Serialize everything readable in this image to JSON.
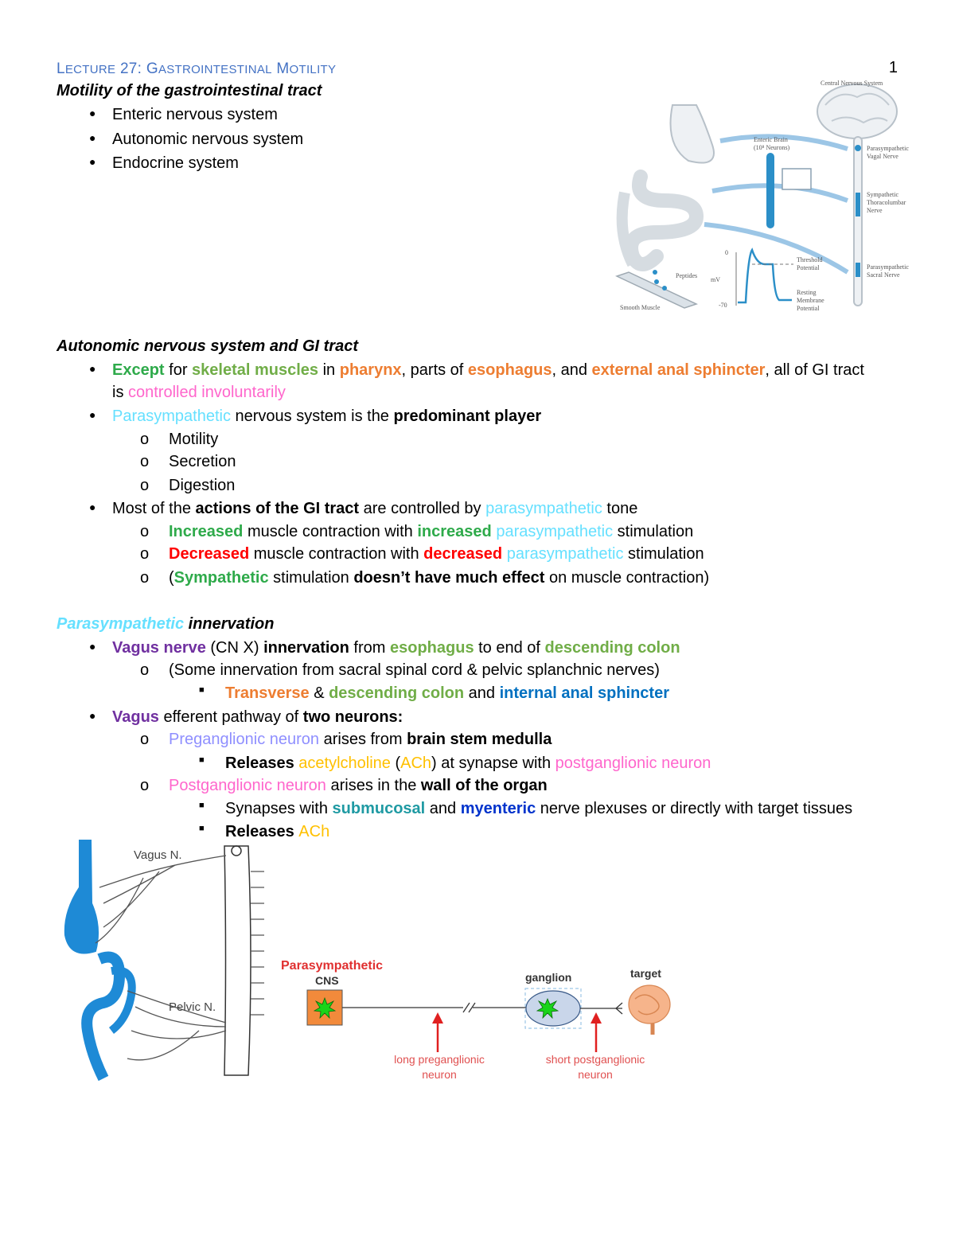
{
  "page_number": "1",
  "title": {
    "L": "L",
    "ecture": "ECTURE",
    "n": " 27: ",
    "G": "G",
    "astro": "ASTROINTESTINAL",
    "M": "M",
    "otility": "OTILITY"
  },
  "s1": {
    "heading": "Motility of the gastrointestinal tract",
    "items": [
      "Enteric nervous system",
      "Autonomic nervous system",
      "Endocrine system"
    ]
  },
  "fig1": {
    "cns": "Central Nervous System",
    "enteric_1": "Enteric Brain",
    "enteric_2": "(10⁸ Neurons)",
    "vagal_1": "Parasympathetic",
    "vagal_2": "Vagal Nerve",
    "symp_1": "Sympathetic",
    "symp_2": "Thoracolumbar",
    "symp_3": "Nerve",
    "sacral_1": "Parasympathetic",
    "sacral_2": "Sacral Nerve",
    "threshold_1": "Threshold",
    "threshold_2": "Potential",
    "resting_1": "Resting",
    "resting_2": "Membrane",
    "resting_3": "Potential",
    "peptides": "Peptides",
    "smooth": "Smooth Muscle",
    "mv": "mV",
    "zero": "0",
    "neg70": "-70"
  },
  "s2": {
    "heading": "Autonomic nervous system and GI tract",
    "b1": {
      "except": "Except",
      "for": " for ",
      "skeletal": "skeletal muscles",
      "in": " in ",
      "pharynx": "pharynx",
      "parts": ", parts of ",
      "esophagus": "esophagus",
      "and": ", and ",
      "external": "external anal sphincter",
      "rest": ", all of GI tract"
    },
    "b1_cont": {
      "is": "is ",
      "controlled": "controlled involuntarily"
    },
    "b2": {
      "para": "Parasympathetic",
      "mid": " nervous system is the ",
      "pred": "predominant player"
    },
    "subs": [
      "Motility",
      "Secretion",
      "Digestion"
    ],
    "b3": {
      "most": "Most of the ",
      "actions": "actions of the GI tract",
      "are": " are controlled by ",
      "para": "parasympathetic",
      "tone": " tone"
    },
    "s3a": {
      "inc": "Increased",
      "mid": " muscle contraction with ",
      "inc2": "increased",
      "para": "parasympathetic",
      "end": " stimulation"
    },
    "s3b": {
      "dec": "Decreased",
      "mid": " muscle contraction with ",
      "dec2": "decreased",
      "para": "parasympathetic",
      "end": " stimulation"
    },
    "s3c": {
      "open": "(",
      "symp": "Sympathetic",
      "mid": " stimulation ",
      "doesnt": "doesn’t have much effect",
      "end": " on muscle contraction)"
    }
  },
  "s3": {
    "heading_para": "Parasympathetic",
    "heading_rest": " innervation",
    "b1": {
      "vagus": "Vagus nerve",
      "cn": " (CN X) ",
      "innervation": "innervation",
      "from": " from ",
      "esophagus": "esophagus",
      "to": " to end of ",
      "colon": "descending colon"
    },
    "b1_sub": "(Some innervation from sacral spinal cord & pelvic splanchnic nerves)",
    "b1_subsub": {
      "transverse": "Transverse",
      "amp": " & ",
      "desc": "descending colon",
      "and": " and ",
      "internal": "internal anal sphincter"
    },
    "b2": {
      "vagus": "Vagus",
      "eff": " efferent pathway of ",
      "two": "two neurons:"
    },
    "b2_sub1": {
      "pre": "Preganglionic neuron",
      "arises": " arises from ",
      "brain": "brain stem medulla"
    },
    "b2_sub1_sub": {
      "rel": "Releases ",
      "ach_full": "acetylcholine",
      "open": " (",
      "ach": "ACh",
      "close": ") at synapse with ",
      "post": "postganglionic neuron"
    },
    "b2_sub2": {
      "post": "Postganglionic neuron",
      "arises": " arises in the ",
      "wall": "wall of the organ"
    },
    "b2_sub2_sub1": {
      "syn": "Synapses with ",
      "submucosal": "submucosal",
      "and": " and ",
      "myenteric": "myenteric",
      "rest": " nerve plexuses or directly with target tissues"
    },
    "b2_sub2_sub2": {
      "rel": "Releases ",
      "ach": "ACh"
    }
  },
  "fig2": {
    "vagus": "Vagus N.",
    "pelvic": "Pelvic N."
  },
  "fig3": {
    "title": "Parasympathetic",
    "cns": "CNS",
    "ganglion": "ganglion",
    "target": "target",
    "long_1": "long preganglionic",
    "long_2": "neuron",
    "short_1": "short  postganglionic",
    "short_2": "neuron"
  }
}
